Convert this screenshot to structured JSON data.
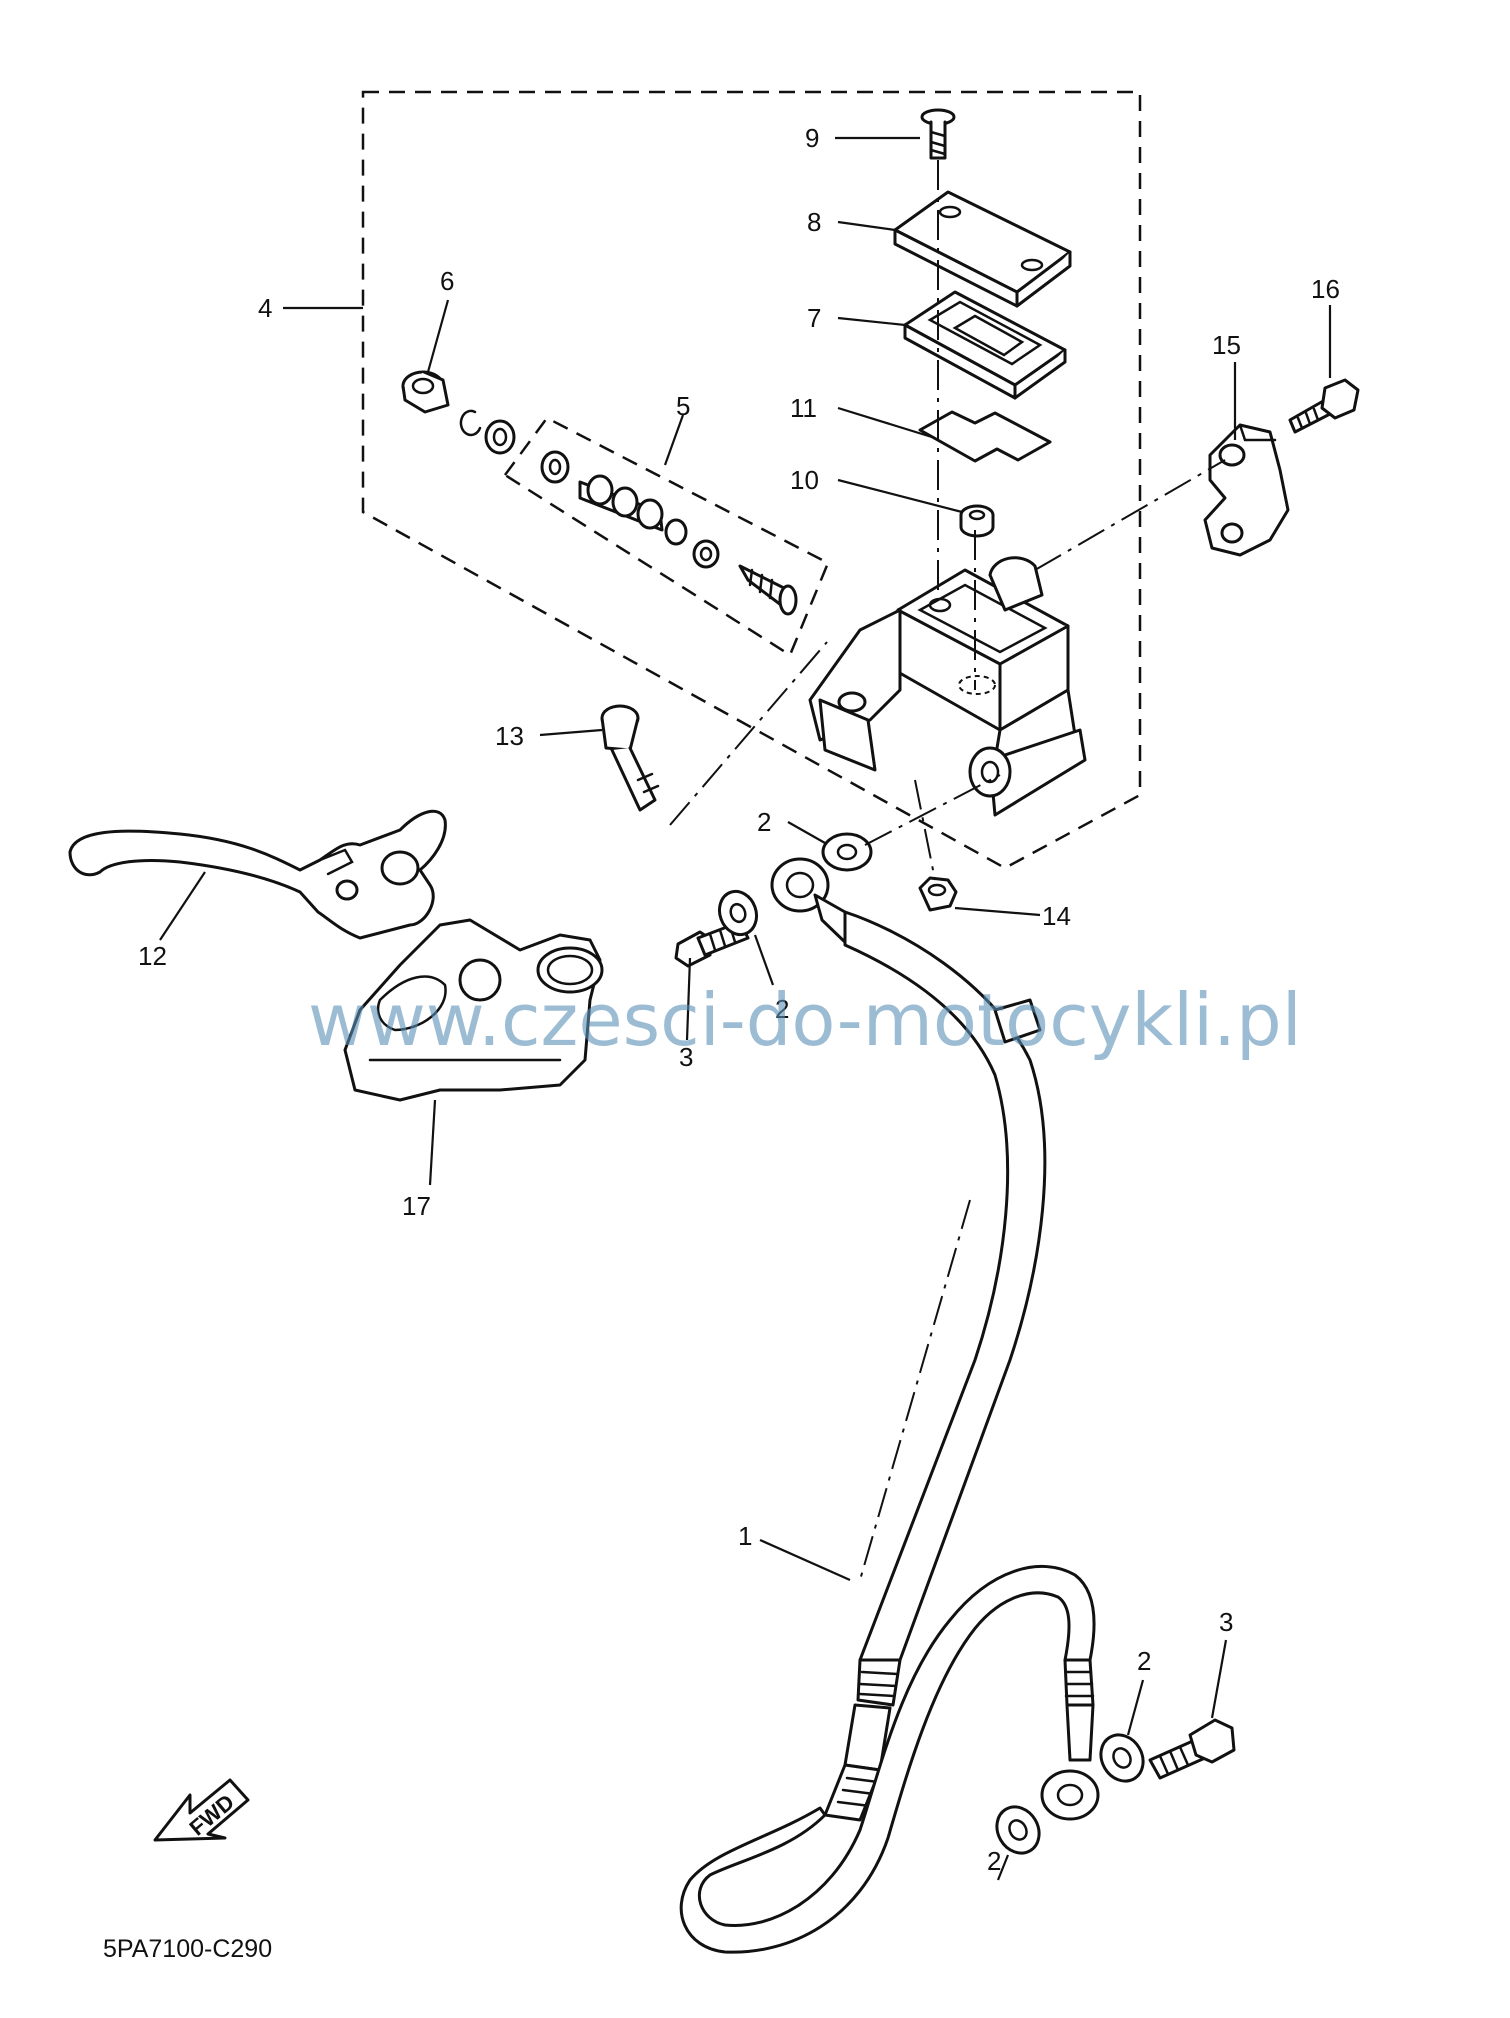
{
  "diagram": {
    "callouts": {
      "c1": "1",
      "c2a": "2",
      "c2b": "2",
      "c2c": "2",
      "c2d": "2",
      "c3a": "3",
      "c3b": "3",
      "c4": "4",
      "c5": "5",
      "c6": "6",
      "c7": "7",
      "c8": "8",
      "c9": "9",
      "c10": "10",
      "c11": "11",
      "c12": "12",
      "c13": "13",
      "c14": "14",
      "c15": "15",
      "c16": "16",
      "c17": "17"
    },
    "watermark": "www.czesci-do-motocykli.pl",
    "fwd_label": "FWD",
    "diagram_code": "5PA7100-C290"
  },
  "colors": {
    "line": "#111111",
    "watermark": "#5a8fb8",
    "background": "#ffffff"
  }
}
